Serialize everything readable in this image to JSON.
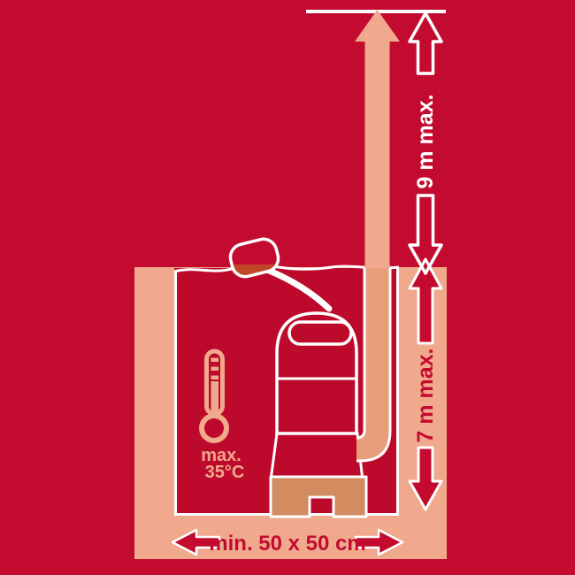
{
  "colors": {
    "bg": "#c30b30",
    "water": "#bd0a2c",
    "salmon": "#f0a98d",
    "pipe": "#e89e7b",
    "base": "#d38b60",
    "float_fill": "#c14527",
    "line": "#ffffff"
  },
  "labels": {
    "max_head_height": "9 m max.",
    "max_immersion_depth": "7 m max.",
    "min_pit_size": "min. 50 x 50 cm",
    "max_temp_prefix": "max.",
    "max_temp_value": "35°C"
  }
}
